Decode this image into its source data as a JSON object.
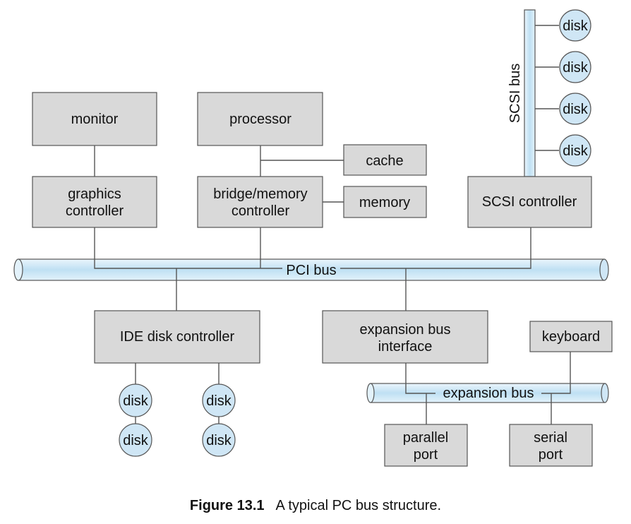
{
  "buses": {
    "pci": "PCI bus",
    "scsi": "SCSI bus",
    "expansion": "expansion bus"
  },
  "components": {
    "monitor": "monitor",
    "processor": "processor",
    "cache": "cache",
    "graphics_controller": [
      "graphics",
      "controller"
    ],
    "bridge_memory_controller": [
      "bridge/memory",
      "controller"
    ],
    "memory": "memory",
    "scsi_controller": "SCSI controller",
    "ide_disk_controller": "IDE disk controller",
    "expansion_bus_interface": [
      "expansion bus",
      "interface"
    ],
    "keyboard": "keyboard",
    "parallel_port": [
      "parallel",
      "port"
    ],
    "serial_port": [
      "serial",
      "port"
    ]
  },
  "disk_label": "disk",
  "scsi_disks": [
    "disk",
    "disk",
    "disk",
    "disk"
  ],
  "ide_disks": [
    "disk",
    "disk",
    "disk",
    "disk"
  ],
  "colors": {
    "box_fill": "#d9d9d9",
    "bus_fill": "#cfe6f5",
    "disk_fill": "#cfe6f5",
    "stroke": "#555555"
  },
  "caption": {
    "label": "Figure 13.1",
    "text": "A typical PC bus structure."
  }
}
